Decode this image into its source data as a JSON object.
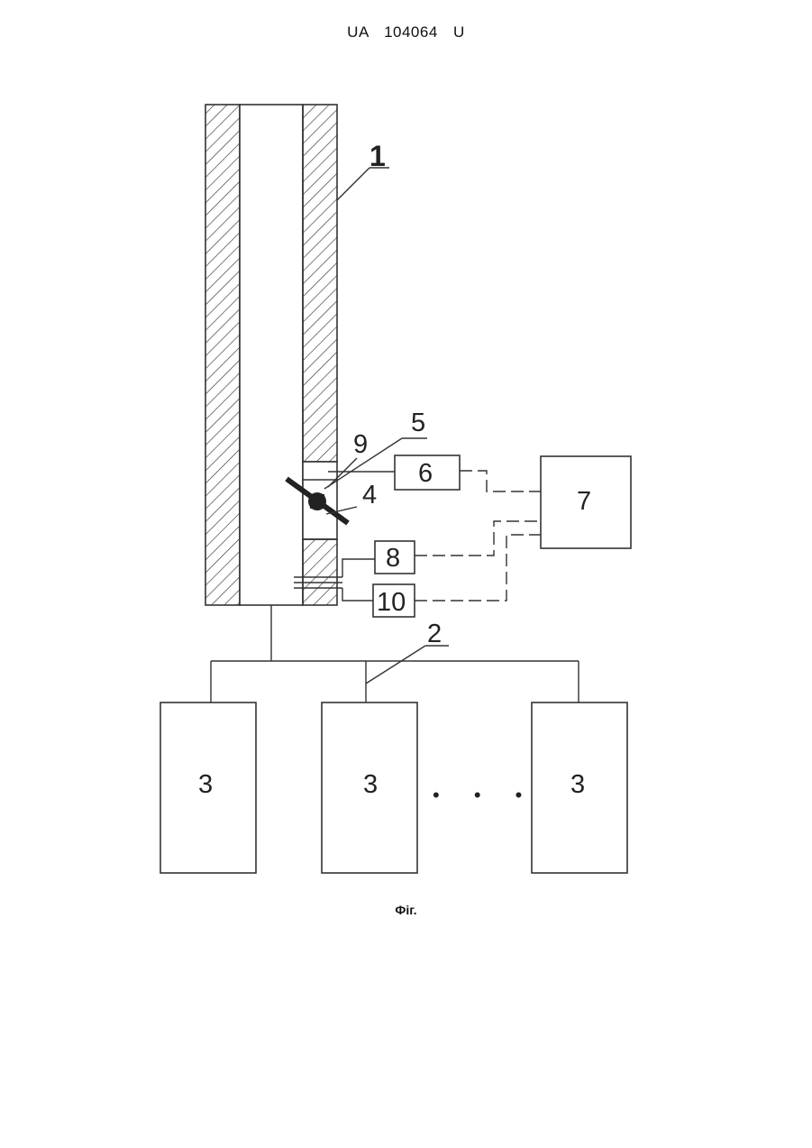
{
  "header": {
    "doc_number": "UA   104064   U"
  },
  "figure": {
    "caption": "Фіг.",
    "labels": {
      "l1": "1",
      "l2": "2",
      "l3a": "3",
      "l3b": "3",
      "l3c": "3",
      "l4": "4",
      "l5": "5",
      "l6": "6",
      "l7": "7",
      "l8": "8",
      "l9": "9",
      "l10": "10"
    },
    "ellipsis": "• • •"
  }
}
